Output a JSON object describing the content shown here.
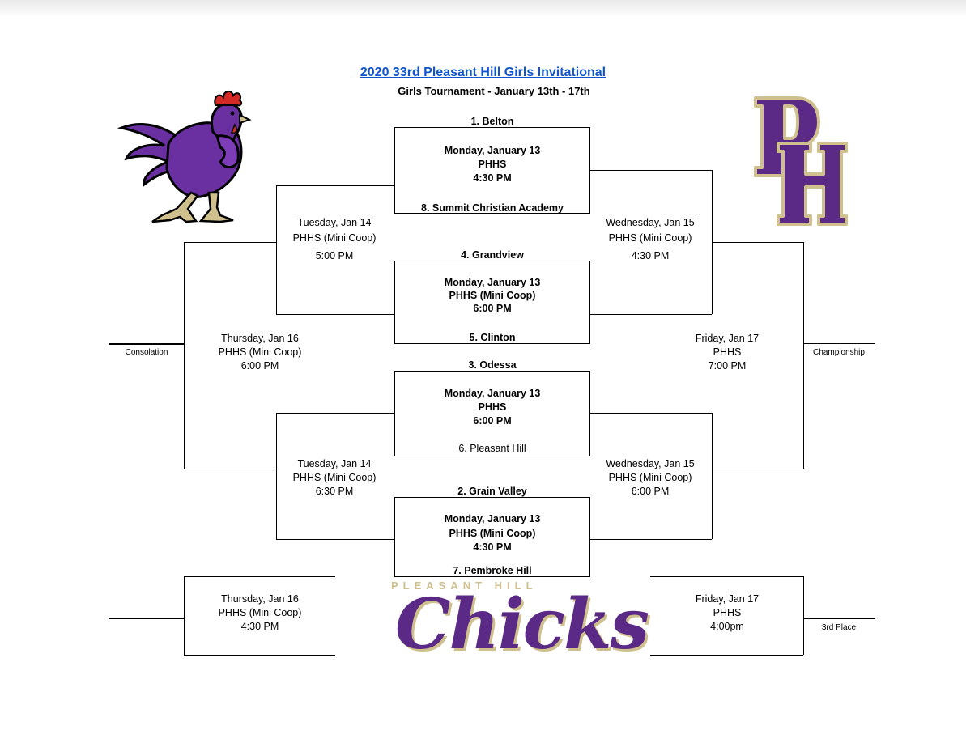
{
  "header": {
    "title": "2020 33rd Pleasant Hill Girls Invitational",
    "subtitle": "Girls Tournament - January 13th - 17th"
  },
  "first_round": [
    {
      "top_seed": "1. Belton",
      "date": "Monday, January 13",
      "venue": "PHHS",
      "time": "4:30 PM",
      "bottom_seed": "8. Summit Christian Academy"
    },
    {
      "top_seed": "4. Grandview",
      "date": "Monday, January 13",
      "venue": "PHHS (Mini Coop)",
      "time": "6:00 PM",
      "bottom_seed": "5. Clinton"
    },
    {
      "top_seed": "3. Odessa",
      "date": "Monday, January 13",
      "venue": "PHHS",
      "time": "6:00 PM",
      "bottom_seed": "6. Pleasant Hill"
    },
    {
      "top_seed": "2. Grain Valley",
      "date": "Monday, January 13",
      "venue": "PHHS (Mini Coop)",
      "time": "4:30 PM",
      "bottom_seed": "7. Pembroke Hill"
    }
  ],
  "consolation_semis": [
    {
      "day": "Tuesday, Jan 14",
      "venue": "PHHS (Mini Coop)",
      "time": "5:00 PM"
    },
    {
      "day": "Tuesday, Jan 14",
      "venue": "PHHS (Mini Coop)",
      "time": "6:30 PM"
    }
  ],
  "winner_semis": [
    {
      "day": "Wednesday, Jan 15",
      "venue": "PHHS (Mini Coop)",
      "time": "4:30 PM"
    },
    {
      "day": "Wednesday, Jan 15",
      "venue": "PHHS (Mini Coop)",
      "time": "6:00 PM"
    }
  ],
  "consolation_final": {
    "day": "Thursday, Jan 16",
    "venue": "PHHS (Mini Coop)",
    "time": "6:00 PM",
    "label": "Consolation"
  },
  "championship_final": {
    "day": "Friday, Jan 17",
    "venue": "PHHS",
    "time": "7:00 PM",
    "label": "Championship"
  },
  "seventh_place": {
    "day": "Thursday, Jan 16",
    "venue": "PHHS (Mini Coop)",
    "time": "4:30 PM"
  },
  "third_place": {
    "day": "Friday, Jan 17",
    "venue": "PHHS",
    "time": "4:00pm",
    "label": "3rd Place"
  },
  "logos": {
    "chicks_top": "PLEASANT HILL",
    "chicks_word": "Chicks",
    "ph_letters": "PH",
    "rooster_icon": "rooster-mascot-icon"
  },
  "colors": {
    "purple": "#5b2a86",
    "gold": "#cfc08e",
    "link": "#1155cc",
    "comb_red": "#d42a25"
  }
}
